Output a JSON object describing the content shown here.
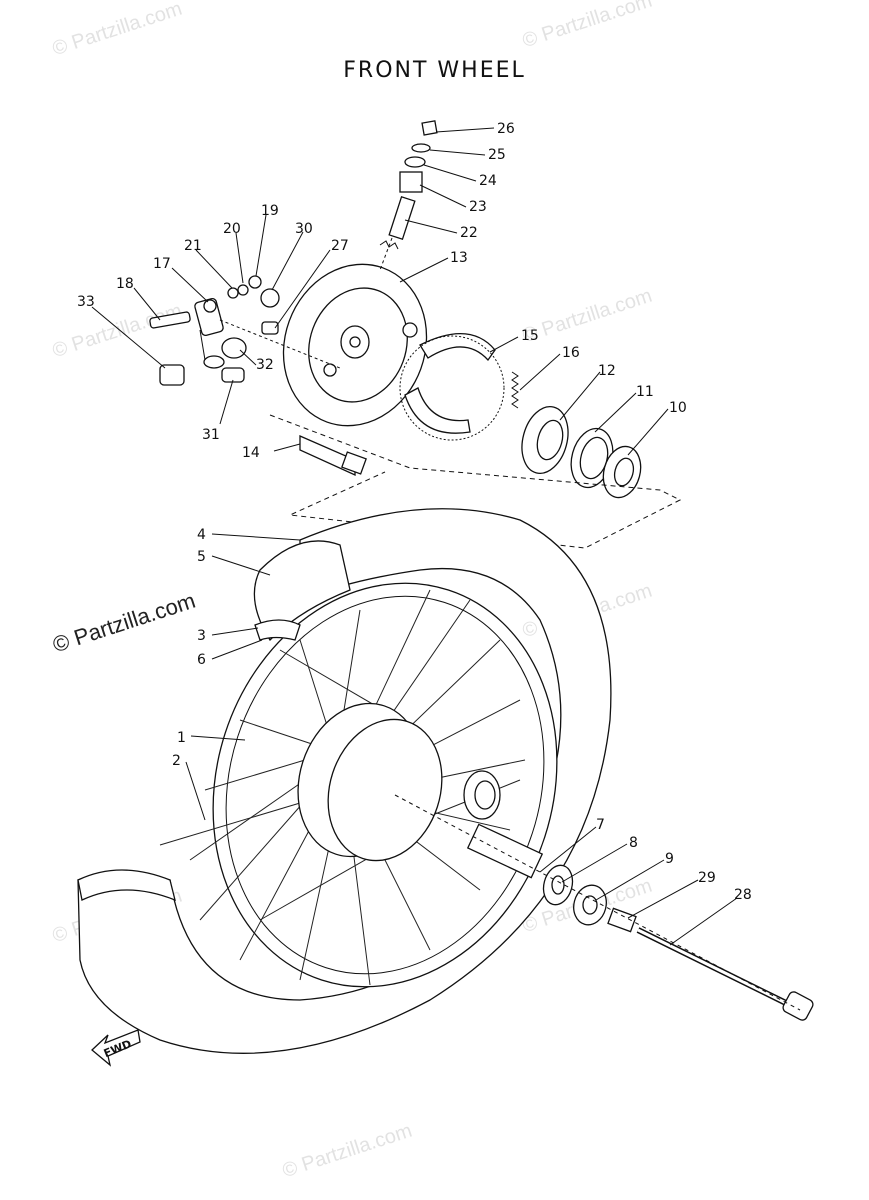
{
  "title": "FRONT WHEEL",
  "watermarks": [
    {
      "text": "© Partzilla.com"
    },
    {
      "text": "© Partzilla.com"
    },
    {
      "text": "© Partzilla.com"
    },
    {
      "text": "© Partzilla.com"
    },
    {
      "text": "© Partzilla.com"
    },
    {
      "text": "© Partzilla.com"
    },
    {
      "text": "© Partzilla.com"
    },
    {
      "text": "© Partzilla.com"
    },
    {
      "text": "© Partzilla.com"
    }
  ],
  "fwd_label": "FWD",
  "callouts": [
    {
      "num": "1"
    },
    {
      "num": "2"
    },
    {
      "num": "3"
    },
    {
      "num": "4"
    },
    {
      "num": "5"
    },
    {
      "num": "6"
    },
    {
      "num": "7"
    },
    {
      "num": "8"
    },
    {
      "num": "9"
    },
    {
      "num": "10"
    },
    {
      "num": "11"
    },
    {
      "num": "12"
    },
    {
      "num": "13"
    },
    {
      "num": "14"
    },
    {
      "num": "15"
    },
    {
      "num": "16"
    },
    {
      "num": "17"
    },
    {
      "num": "18"
    },
    {
      "num": "19"
    },
    {
      "num": "20"
    },
    {
      "num": "21"
    },
    {
      "num": "22"
    },
    {
      "num": "23"
    },
    {
      "num": "24"
    },
    {
      "num": "25"
    },
    {
      "num": "26"
    },
    {
      "num": "27"
    },
    {
      "num": "28"
    },
    {
      "num": "29"
    },
    {
      "num": "30"
    },
    {
      "num": "31"
    },
    {
      "num": "32"
    },
    {
      "num": "33"
    }
  ]
}
